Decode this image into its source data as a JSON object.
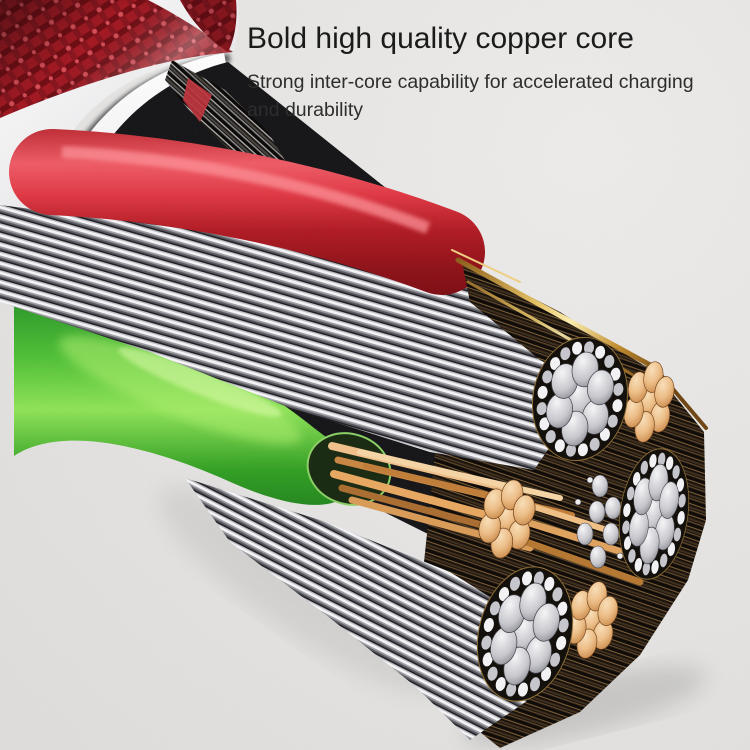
{
  "heading": {
    "title": "Bold high quality copper core",
    "subtitle_line1": "Strong inter-core capability for accelerated charging",
    "subtitle_line2": "and durability"
  },
  "colors": {
    "background": "#e4e3e1",
    "title_text": "#1b1b1b",
    "subtitle_text": "#2d2d2d",
    "braid_red": "#a3141e",
    "wire_red": "#dd3844",
    "wire_green": "#52c437",
    "jacket_white": "#f4f4f5",
    "shield_silver": "#c9c9cf",
    "copper": "#cf8f4f",
    "copper_light": "#f2c993",
    "sheath_dark": "#140d07"
  }
}
